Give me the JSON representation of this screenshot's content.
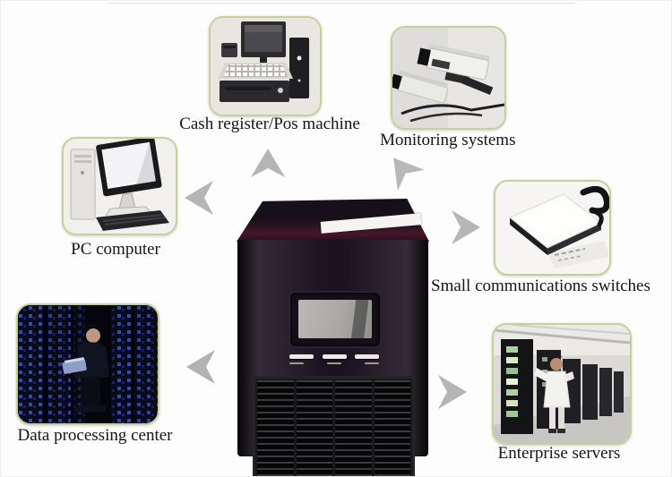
{
  "title": "UPS application diagram",
  "colors": {
    "background": "#fdfdfd",
    "tile_border": "#c7d196",
    "arrow_gray": "#b5b5b8",
    "label_text": "#161616",
    "ups_body_dark": "#1b1420",
    "ups_top_maroon": "#46172a",
    "lcd_gray": "#a9a8a4",
    "datacenter_blue": "#2d4bb0",
    "server_led_green": "#a5d49e"
  },
  "center_device": {
    "name": "UPS tower with LCD display and ventilation grille",
    "icon": "ups-tower"
  },
  "nodes": [
    {
      "id": "cash-register",
      "label": "Cash register/Pos machine",
      "icon": "pos-terminal"
    },
    {
      "id": "monitoring",
      "label": "Monitoring systems",
      "icon": "cctv-cameras"
    },
    {
      "id": "pc",
      "label": "PC computer",
      "icon": "desktop-computer"
    },
    {
      "id": "switches",
      "label": "Small communications switches",
      "icon": "network-switch"
    },
    {
      "id": "datacenter",
      "label": "Data processing center",
      "icon": "data-center-racks"
    },
    {
      "id": "servers",
      "label": "Enterprise servers",
      "icon": "server-room"
    }
  ],
  "arrows": [
    {
      "for": "cash-register",
      "direction": "up"
    },
    {
      "for": "monitoring",
      "direction": "up-left"
    },
    {
      "for": "pc",
      "direction": "left"
    },
    {
      "for": "switches",
      "direction": "right"
    },
    {
      "for": "datacenter",
      "direction": "left"
    },
    {
      "for": "servers",
      "direction": "right"
    }
  ]
}
